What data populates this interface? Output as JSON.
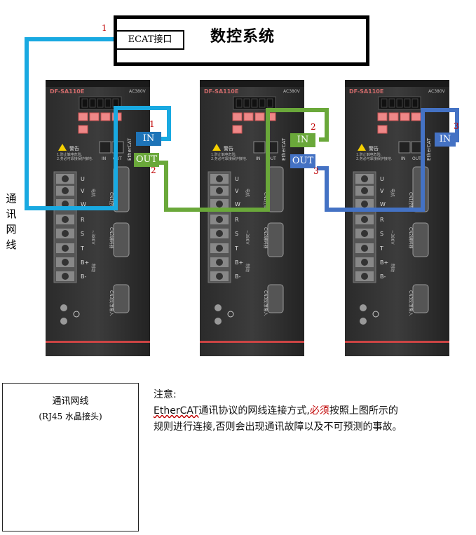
{
  "cnc": {
    "title": "数控系统",
    "port_label": "ECAT接口",
    "port_number": "1"
  },
  "side_label": [
    "通",
    "讯",
    "网",
    "线"
  ],
  "drives": [
    {
      "model": "DF-SA110E",
      "voltage": "AC380V",
      "in_label": "IN",
      "out_label": "OUT",
      "in_number": "1",
      "out_number": "2",
      "cable_color": "#19a9e1",
      "in_color": "#1e74b8",
      "out_color": "#6aa83a"
    },
    {
      "model": "DF-SA110E",
      "voltage": "AC380V",
      "in_label": "IN",
      "out_label": "OUT",
      "in_number": "2",
      "out_number": "3",
      "cable_color": "#6aa83a",
      "in_color": "#6aa83a",
      "out_color": "#4472c4"
    },
    {
      "model": "DF-SA110E",
      "voltage": "AC380V",
      "in_label": "IN",
      "in_number": "3",
      "cable_color": "#4472c4",
      "in_color": "#4472c4"
    }
  ],
  "drive_panel": {
    "warning_title": "警告",
    "warning_line1": "1.防止触电危险,",
    "warning_line2": "2.务必可靠接保护接地.",
    "port_in": "IN",
    "port_out": "OUT",
    "ethercat": "EtherCAT",
    "terminals": [
      "U",
      "V",
      "W",
      "R",
      "S",
      "T",
      "B+",
      "B-"
    ],
    "motor_label": "电机",
    "power_label": "~380V",
    "brake_label": "制动",
    "cn1": "CN1控制",
    "cn2": "CN2编码器",
    "cn3": "CN3反馈输入"
  },
  "cable_card": {
    "title": "通讯网线",
    "subtitle": "(RJ45 水晶接头)"
  },
  "note": {
    "heading": "注意:",
    "word_ethercat": "EtherCAT",
    "text_a": "通讯协议的网线连接方式,",
    "text_must": "必须",
    "text_b": "按照上图所示的",
    "line2": "规则进行连接,否则会出现通讯故障以及不可预测的事故。"
  }
}
